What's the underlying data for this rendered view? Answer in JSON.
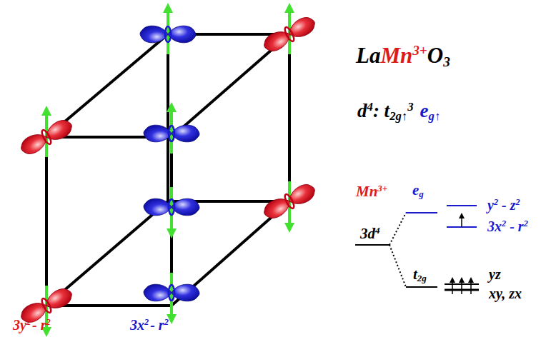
{
  "diagram": {
    "labels": [
      "La",
      "Mn",
      "3+",
      "O",
      "3",
      "d",
      "4",
      ": t",
      "2g",
      "↑",
      "3",
      "e",
      "g",
      "↑",
      "Mn",
      "3+",
      "e",
      "g",
      "3d",
      "4",
      "t",
      "2g",
      "y",
      "2",
      " - z",
      "2",
      "3x",
      "2",
      " - r",
      "2",
      "yz",
      "xy, zx",
      "3y",
      "2",
      "- r",
      "2",
      "3x",
      "2",
      "- r",
      "2"
    ]
  }
}
